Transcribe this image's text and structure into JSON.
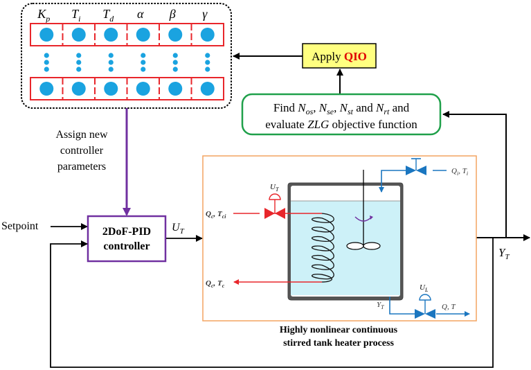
{
  "diagram": {
    "parameters_box": {
      "headers": [
        "K_p",
        "T_i",
        "T_d",
        "α",
        "β",
        "γ"
      ],
      "header_display": [
        {
          "main": "K",
          "sub": "p"
        },
        {
          "main": "T",
          "sub": "i"
        },
        {
          "main": "T",
          "sub": "d"
        },
        {
          "main": "α",
          "sub": ""
        },
        {
          "main": "β",
          "sub": ""
        },
        {
          "main": "γ",
          "sub": ""
        }
      ],
      "rows_shown": 2,
      "ellipsis": "vertical-dots"
    },
    "apply_box": {
      "prefix": "Apply ",
      "highlight": "QIO"
    },
    "evaluate_box": {
      "line1_parts": [
        "Find ",
        "N",
        "os",
        ", ",
        "N",
        "se",
        ", ",
        "N",
        "st",
        " and ",
        "N",
        "rt",
        " and"
      ],
      "line2_prefix": "evaluate ",
      "line2_italic": "ZLG",
      "line2_suffix": " objective function"
    },
    "assign_label": [
      "Assign new",
      "controller",
      "parameters"
    ],
    "setpoint_label": "Setpoint",
    "controller_box": {
      "line1": "2DoF-PID",
      "line2": "controller"
    },
    "controller_output": {
      "main": "U",
      "sub": "T"
    },
    "plant_output": {
      "main": "Y",
      "sub": "T"
    },
    "process": {
      "caption": [
        "Highly nonlinear continuous",
        "stirred tank heater process"
      ],
      "valve_ut_label": {
        "main": "U",
        "sub": "T"
      },
      "valve_ul_label": {
        "main": "U",
        "sub": "L"
      },
      "coolant_in": {
        "a": "Q",
        "a_sub": "c",
        "b": "T",
        "b_sub": "ci"
      },
      "coolant_out": {
        "a": "Q",
        "a_sub": "c",
        "b": "T",
        "b_sub": "c"
      },
      "inlet": {
        "a": "Q",
        "a_sub": "i",
        "b": "T",
        "b_sub": "i"
      },
      "outlet": {
        "text": "Q, T"
      },
      "sensor": {
        "main": "Y",
        "sub": "T"
      }
    },
    "colors": {
      "param_cell_border": "#e8262b",
      "dot": "#1aa3e0",
      "apply_fill": "#ffff80",
      "qio_text": "#e00000",
      "evaluate_border": "#1fa04a",
      "controller_border": "#7030a0",
      "assign_arrow": "#7030a0",
      "process_border": "#f4a460",
      "liquid": "#cdf1f8",
      "hot_line": "#e8262b",
      "blue_line": "#1a76c0"
    }
  }
}
